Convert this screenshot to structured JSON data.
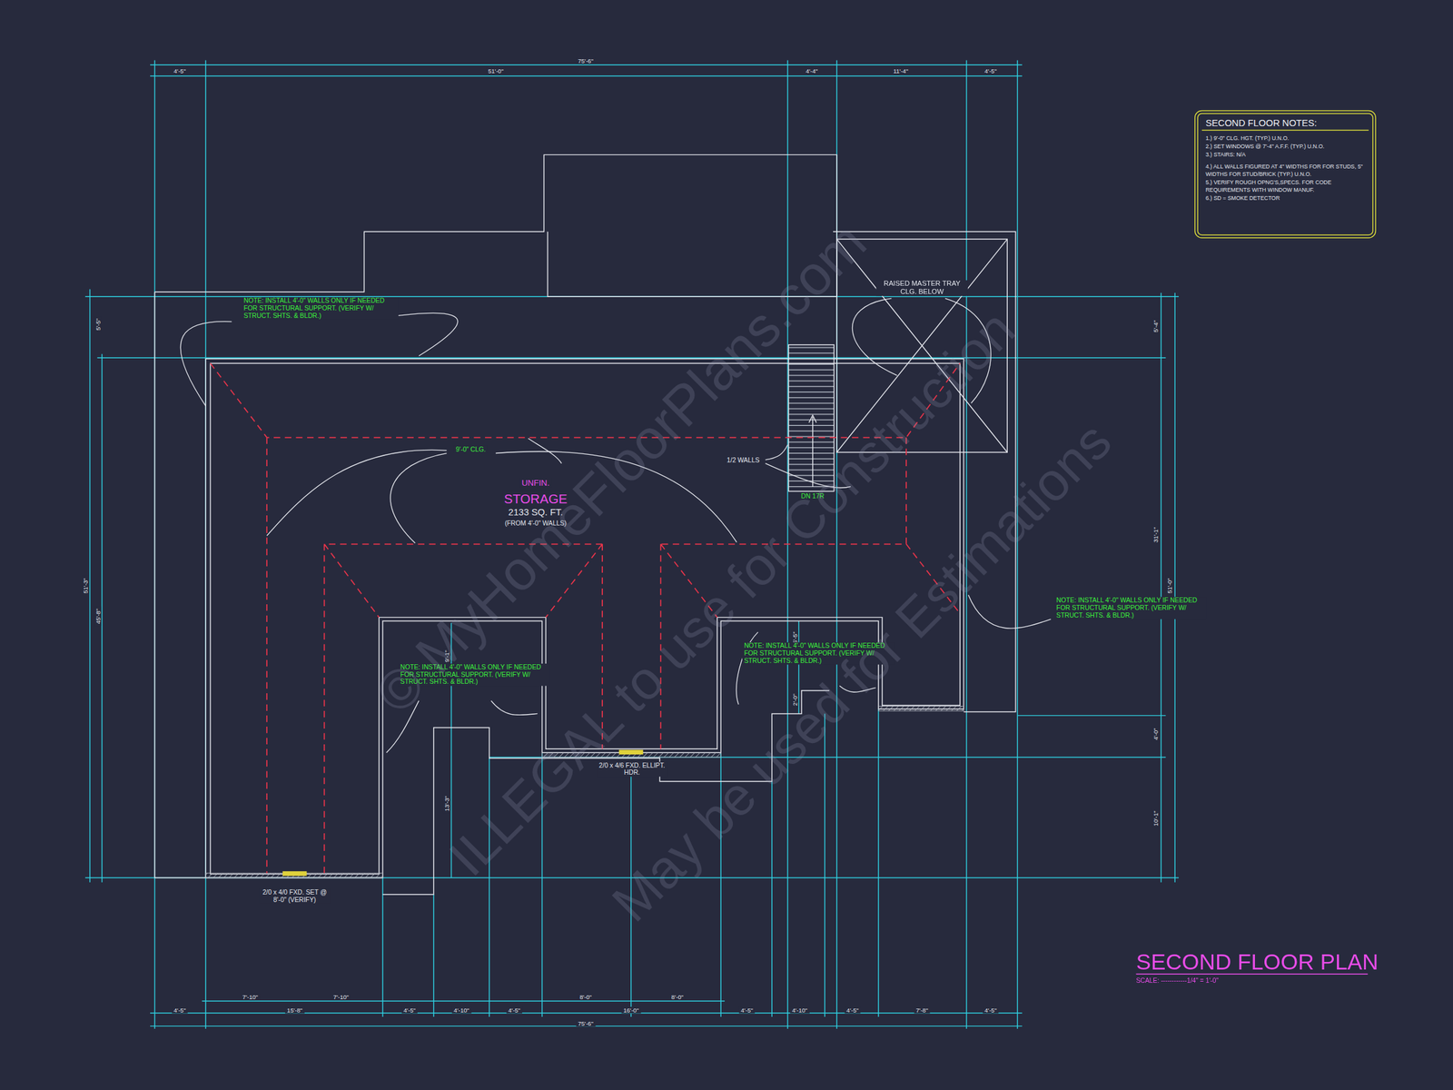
{
  "diagram": {
    "title": "SECOND FLOOR PLAN",
    "caption": "SCALE: ------------1/4\" = 1'-0\"",
    "nodes": [
      {
        "text": [
          "SECOND FLOOR NOTES:",
          "1.) 9'-0\" CLG. HGT. (TYP.) U.N.O.",
          "2.) SET WINDOWS @ 7'-4\" A.F.F. (TYP.) U.N.O.",
          "3.) STAIRS: N/A",
          "4.) ALL WALLS FIGURED AT 4\" WIDTHS FOR FOR STUDS, 5\" WIDTHS FOR STUD/BRICK (TYP.) U.N.O.",
          "5.) VERIFY ROUGH OPNG'S,SPECS. FOR CODE REQUIREMENTS WITH WINDOW MANUF.",
          "6.) SD = SMOKE DETECTOR"
        ]
      }
    ],
    "labels": [
      "75'-6\"",
      "4'-5\"",
      "51'-0\"",
      "4'-4\"",
      "11'-4\"",
      "4'-5\"",
      "5'-5\"",
      "51'-3\"",
      "45'-8\"",
      "5'-4\"",
      "31'-1\"",
      "51'-0\"",
      "4'-0\"",
      "10'-1\"",
      "9'-1\"",
      "13'-3\"",
      "5'-5\"",
      "2'-0\"",
      "NOTE: INSTALL 4'-0\" WALLS ONLY IF NEEDED FOR STRUCTURAL SUPPORT. (VERIFY W/ STRUCT. SHTS. & BLDR.)",
      "NOTE: INSTALL 4'-0\" WALLS ONLY IF NEEDED FOR STRUCTURAL SUPPORT. (VERIFY W/ STRUCT. SHTS. & BLDR.)",
      "NOTE: INSTALL 4'-0\" WALLS ONLY IF NEEDED FOR STRUCTURAL SUPPORT. (VERIFY W/ STRUCT. SHTS. & BLDR.)",
      "NOTE: INSTALL 4'-0\" WALLS ONLY IF NEEDED FOR STRUCTURAL SUPPORT. (VERIFY W/ STRUCT. SHTS. & BLDR.)",
      "RAISED MASTER TRAY CLG. BELOW",
      "9'-0\" CLG.",
      "UNFIN.",
      "STORAGE",
      "2133 SQ. FT.",
      "(FROM 4'-0\" WALLS)",
      "1/2 WALLS",
      "DN 17R",
      "2/0 x 4/6 FXD. ELLIPT. HDR.",
      "2/0 x 4/0 FXD. SET @ 8'-0\" (VERIFY)",
      "7'-10\"",
      "7'-10\"",
      "8'-0\"",
      "8'-0\"",
      "4'-5\"",
      "15'-8\"",
      "4'-5\"",
      "4'-10\"",
      "4'-5\"",
      "16'-0\"",
      "4'-5\"",
      "4'-10\"",
      "4'-5\"",
      "7'-8\"",
      "4'-5\"",
      "75'-6\"",
      "© MyHomeFloorPlans.com",
      "ILLEGAL to use for Construction",
      "May be used for Estimations"
    ]
  }
}
